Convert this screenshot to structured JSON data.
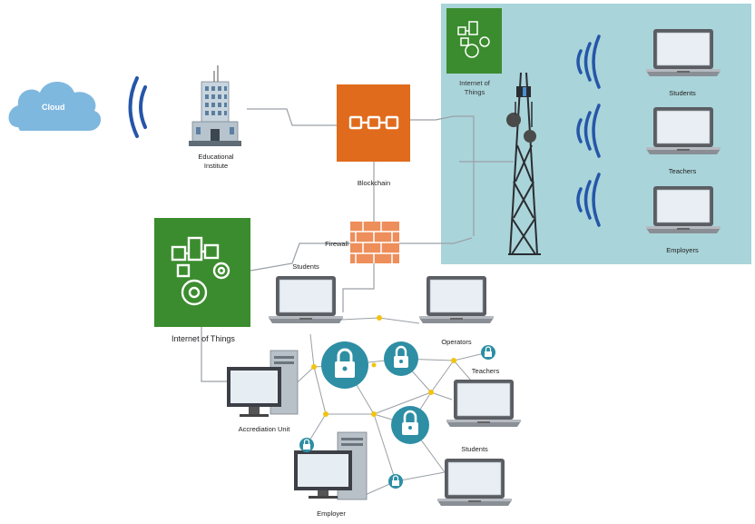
{
  "labels": {
    "cloud": "Cloud",
    "educational_institute": "Educational\nInstitute",
    "blockchain": "Blockchain",
    "iot_small": "Internet of\nThings",
    "iot_large": "Internet of Things",
    "firewall": "Firewall",
    "students_top": "Students",
    "teachers_top": "Teachers",
    "employers_top": "Employers",
    "students_mid": "Students",
    "operators": "Operators",
    "teachers_mid": "Teachers",
    "accrediation_unit": "Accrediation Unit",
    "students_bottom": "Students",
    "employer": "Employer"
  },
  "colors": {
    "teal_panel": "#a9d4da",
    "blockchain_orange": "#e06b1c",
    "iot_green": "#3b8c2e",
    "firewall_brick": "#ee8e5a",
    "lock_teal": "#2d8ea4",
    "signal_blue": "#2556a8",
    "node_yellow": "#f2c40f",
    "cloud_blue": "#7fb8df"
  }
}
